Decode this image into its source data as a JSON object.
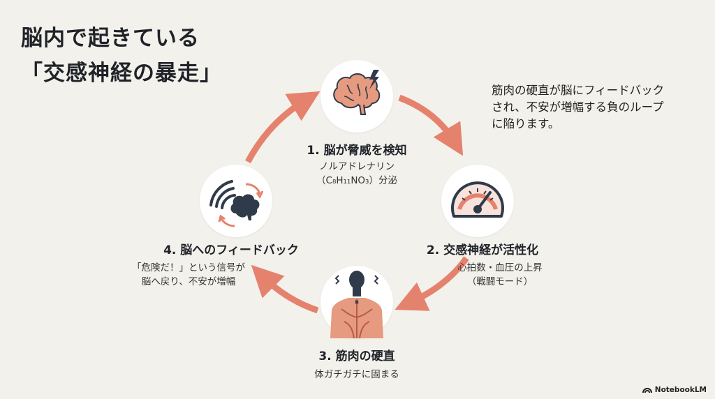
{
  "title": {
    "line1": "脳内で起きている",
    "line2": "「交感神経の暴走」"
  },
  "note": {
    "lines": [
      "筋肉の硬直が脳にフィードバック",
      "され、不安が増幅する負のループ",
      "に陥ります。"
    ]
  },
  "steps": [
    {
      "heading": "1. 脳が脅威を検知",
      "desc": [
        "ノルアドレナリン",
        "（C₈H₁₁NO₃）分泌"
      ],
      "icon": "brain-lightning-icon"
    },
    {
      "heading": "2. 交感神経が活性化",
      "desc": [
        "心拍数・血圧の上昇",
        "（戦闘モード）"
      ],
      "icon": "speedometer-gauge-icon"
    },
    {
      "heading": "3. 筋肉の硬直",
      "desc": [
        "体ガチガチに固まる"
      ],
      "icon": "tense-back-muscles-icon"
    },
    {
      "heading": "4. 脳へのフィードバック",
      "desc": [
        "「危険だ！」という信号が",
        "脳へ戻り、不安が増幅"
      ],
      "icon": "brain-feedback-signal-icon"
    }
  ],
  "footer": {
    "brand": "NotebookLM"
  },
  "colors": {
    "accent": "#e5826d",
    "background": "#f3f1ec",
    "brain": "#e69a80",
    "dark_icon": "#2f3a4a"
  }
}
